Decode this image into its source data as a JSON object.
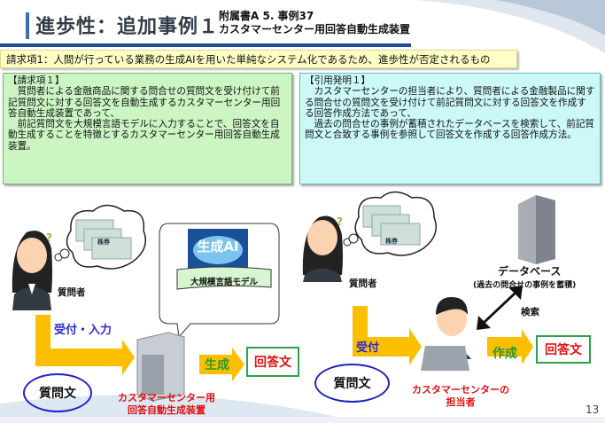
{
  "header": {
    "title": "進歩性：追加事例１",
    "subtitle_line1": "附属書A 5. 事例37",
    "subtitle_line2": "カスタマーセンター用回答自動生成装置"
  },
  "banner": "請求項1：人間が行っている業務の生成AIを用いた単純なシステム化であるため、進歩性が否定されるもの",
  "claim": {
    "heading": "【請求項１】",
    "text1": "　質問者による金融商品に関する問合せの質問文を受け付けて前記質問文に対する回答文を自動生成するカスタマーセンター用回答自動生成装置であって、",
    "text2": "　前記質問文を大規模言語モデルに入力することで、回答文を自動生成することを特徴とするカスタマーセンター用回答自動生成装置。"
  },
  "citation": {
    "heading": "【引用発明１】",
    "text1": "　カスタマーセンターの担当者により、質問者による金融製品に関する問合せの質問文を受け付けて前記質問文に対する回答文を作成する回答作成方法であって、",
    "text2": "　過去の問合せの事例が蓄積されたデータベースを検索して、前記質問文と合致する事例を参照して回答文を作成する回答作成方法。"
  },
  "left_diagram": {
    "questioner": "質問者",
    "stock": "株券",
    "ai_label": "生成AI",
    "llm_label": "大規模言語モデル",
    "input_label": "受付・入力",
    "generate_label": "生成",
    "answer": "回答文",
    "question": "質問文",
    "device_line1": "カスタマーセンター用",
    "device_line2": "回答自動生成装置"
  },
  "right_diagram": {
    "questioner": "質問者",
    "stock": "株券",
    "db_label": "データベース",
    "db_note": "(過去の問合せの事例を蓄積)",
    "search_label": "検索",
    "receive_label": "受付",
    "create_label": "作成",
    "answer": "回答文",
    "question": "質問文",
    "operator_line1": "カスタマーセンターの",
    "operator_line2": "担当者"
  },
  "page_number": "13"
}
